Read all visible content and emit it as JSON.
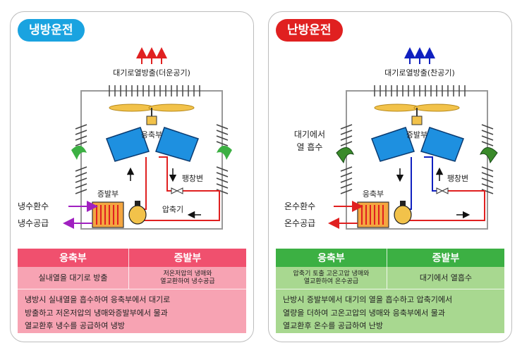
{
  "cooling": {
    "title": "냉방운전",
    "exhaust_label": "대기로열방출(더운공기)",
    "condenser_label": "응축부",
    "expansion_label": "팽창변",
    "compressor_label": "압축기",
    "evaporator_label": "증발부",
    "return_label": "냉수환수",
    "supply_label": "냉수공급",
    "table": {
      "header_left": "응축부",
      "header_right": "증발부",
      "cell_left": "실내열을 대기로 방출",
      "cell_right_line1": "저온저압의 냉매와",
      "cell_right_line2": "열교환하여 냉수공급",
      "desc_line1": "냉방시 실내열을 흡수하여 응축부에서 대기로",
      "desc_line2": "방출하고 저온저압의 냉매와증발부에서 물과",
      "desc_line3": "열교환후 냉수를 공급하여 냉방"
    },
    "colors": {
      "pill": "#1aa3e0",
      "arrow": "#e02020",
      "coil": "#1e90e0",
      "pipe_hot": "#e02020",
      "pipe_water": "#a020c0",
      "table_header": "#f0506e",
      "table_body": "#f7a3b3"
    }
  },
  "heating": {
    "title": "난방운전",
    "exhaust_label": "대기로열방출(찬공기)",
    "side_label_line1": "대기에서",
    "side_label_line2": "열 흡수",
    "evaporator_label": "증발부",
    "expansion_label": "팽창변",
    "condenser_label": "응축부",
    "return_label": "온수환수",
    "supply_label": "온수공급",
    "table": {
      "header_left": "응축부",
      "header_right": "증발부",
      "cell_left_line1": "압축기 토출 고온고압 냉매와",
      "cell_left_line2": "열교환하여 온수공급",
      "cell_right": "대기에서 열흡수",
      "desc_line1": "난방시 증발부에서 대기의 열을 흡수하고 압축기에서",
      "desc_line2": "열량을 더하여 고온고압의 냉매와 응축부에서 물과",
      "desc_line3": "열교환후 온수를 공급하여 난방"
    },
    "colors": {
      "pill": "#e02020",
      "arrow": "#1020c0",
      "coil": "#1e90e0",
      "pipe_hot": "#e02020",
      "pipe_cold": "#1020c0",
      "table_header": "#3cb043",
      "table_body": "#a8d890"
    }
  }
}
